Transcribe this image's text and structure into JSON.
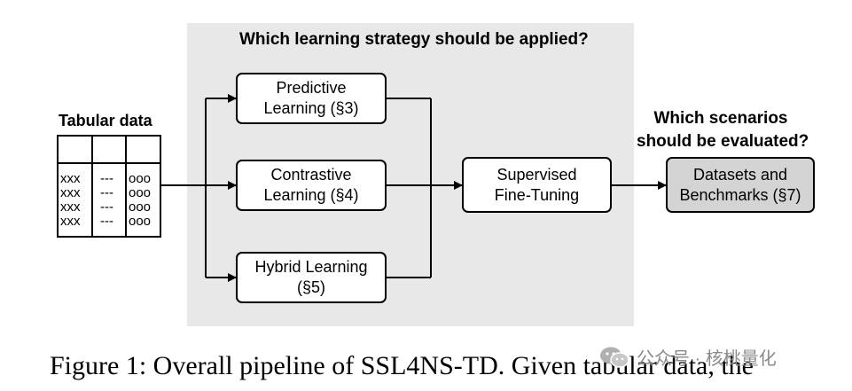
{
  "strategy_heading": "Which learning strategy should be applied?",
  "input": {
    "title": "Tabular data",
    "columns": [
      [
        "xxx",
        "xxx",
        "xxx",
        "xxx"
      ],
      [
        "---",
        "---",
        "---",
        "---"
      ],
      [
        "ooo",
        "ooo",
        "ooo",
        "ooo"
      ]
    ]
  },
  "strategies": [
    {
      "line1": "Predictive",
      "line2": "Learning (§3)"
    },
    {
      "line1": "Contrastive",
      "line2": "Learning (§4)"
    },
    {
      "line1": "Hybrid Learning",
      "line2": "(§5)"
    }
  ],
  "finetune": {
    "line1": "Supervised",
    "line2": "Fine-Tuning"
  },
  "scenario_heading": {
    "line1": "Which scenarios",
    "line2": "should be evaluated?"
  },
  "datasets": {
    "line1": "Datasets and",
    "line2": "Benchmarks (§7)"
  },
  "caption": "Figure 1: Overall pipeline of SSL4NS-TD. Given tabular data, the",
  "watermark": "公众号 · 核桃量化",
  "colors": {
    "panel": "#e8e8e8",
    "datasets_box": "#d4d4d4",
    "watermark": "#8a8a8a"
  }
}
